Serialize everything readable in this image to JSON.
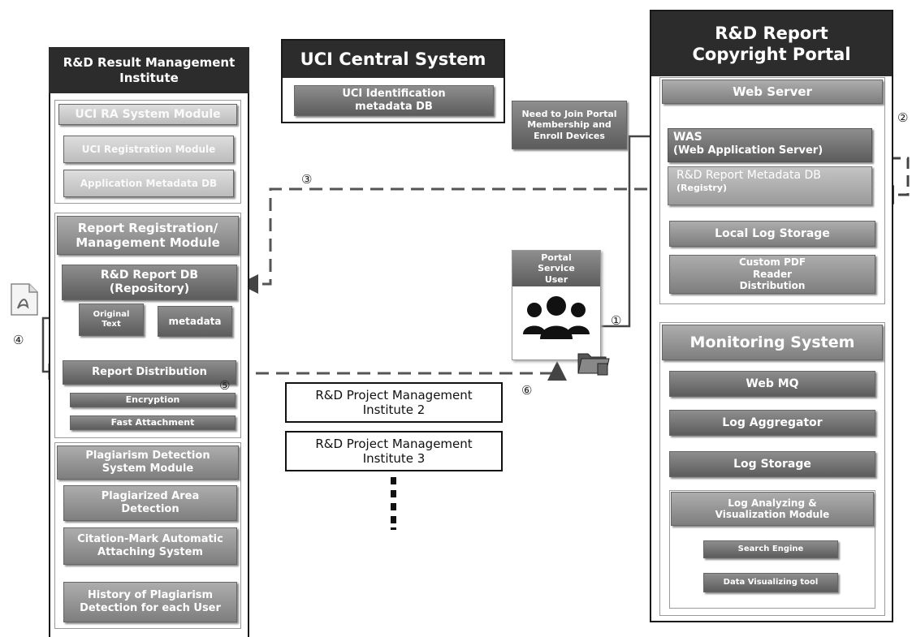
{
  "left": {
    "title": "R&D Result Management Institute",
    "uci_ra": {
      "title": "UCI RA System Module",
      "items": [
        "UCI Registration Module",
        "Application Metadata DB"
      ]
    },
    "report_reg": {
      "title": "Report Registration/ Management Module",
      "db": "R&D Report DB (Repository)",
      "original_text": "Original Text",
      "metadata": "metadata",
      "distribution": "Report Distribution",
      "encryption": "Encryption",
      "fast_attachment": "Fast Attachment"
    },
    "plagiarism": {
      "title": "Plagiarism Detection System Module",
      "items": [
        "Plagiarized Area Detection",
        "Citation-Mark Automatic Attaching System",
        "History of Plagiarism Detection for each User"
      ]
    }
  },
  "uci": {
    "title": "UCI Central System",
    "db": "UCI Identification metadata DB"
  },
  "join_note": "Need to Join Portal Membership and Enroll Devices",
  "portal_user": "Portal Service User",
  "institutes": [
    "R&D Project Management Institute 2",
    "R&D Project Management Institute 3"
  ],
  "right": {
    "title": "R&D Report Copyright Portal",
    "web_server": {
      "title": "Web Server",
      "was_line1": "WAS",
      "was_line2": "(Web Application Server)",
      "metadata_db_line1": "R&D Report Metadata DB",
      "metadata_db_line2": "(Registry)",
      "local_log": "Local Log Storage",
      "pdf_reader": "Custom PDF Reader Distribution"
    },
    "monitoring": {
      "title": "Monitoring System",
      "items": [
        "Web MQ",
        "Log Aggregator",
        "Log Storage"
      ],
      "analyzing": {
        "title": "Log Analyzing & Visualization Module",
        "items": [
          "Search Engine",
          "Data Visualizing tool"
        ]
      }
    }
  },
  "steps": [
    "①",
    "②",
    "③",
    "④",
    "⑤",
    "⑥"
  ],
  "icons": [
    "pdf-file-icon",
    "users-icon",
    "folder-icon",
    "arrow-icon"
  ]
}
